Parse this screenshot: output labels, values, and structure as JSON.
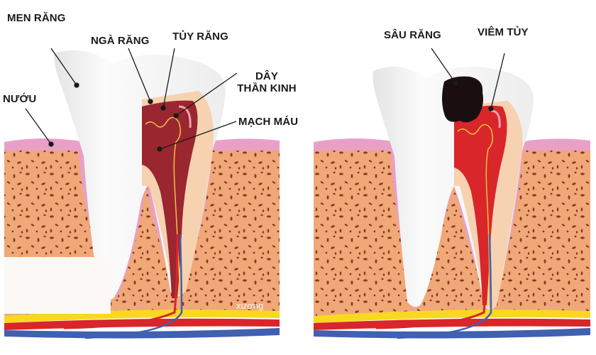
{
  "left_panel": {
    "labels": {
      "enamel": "MEN RĂNG",
      "dentin": "NGÀ RĂNG",
      "pulp": "TỦY RĂNG",
      "nerve_line1": "DÂY",
      "nerve_line2": "THẦN KINH",
      "blood_vessel": "MẠCH MÁU",
      "gum": "NƯỚU",
      "bone": "xương"
    }
  },
  "right_panel": {
    "labels": {
      "cavity": "SÂU RĂNG",
      "pulpitis": "VIÊM TỦY"
    }
  },
  "colors": {
    "bone": "#f0a878",
    "bone_spots": "#8a3a22",
    "gum": "#e8a0c8",
    "enamel": "#f7f7f7",
    "dentin": "#f6d2b0",
    "pulp_healthy": "#9a2630",
    "pulp_inflamed": "#d8262a",
    "nerve": "#f2c040",
    "artery": "#d8262a",
    "vein": "#4060b0",
    "fat_layer": "#f8d820",
    "cavity": "#1a0e10"
  }
}
